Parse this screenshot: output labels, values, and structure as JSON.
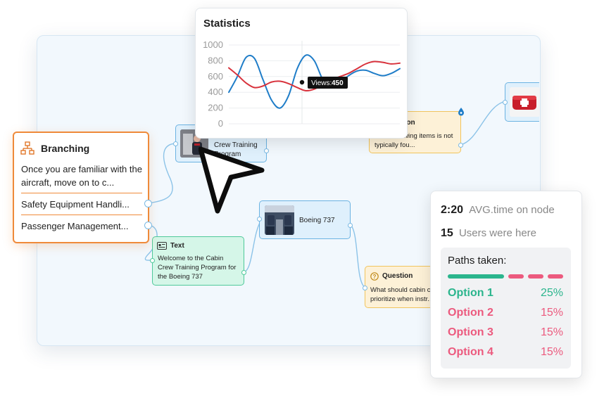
{
  "statistics": {
    "title": "Statistics",
    "y_ticks": [
      "1000",
      "800",
      "600",
      "400",
      "200",
      "0"
    ],
    "tooltip_label": "Views:",
    "tooltip_value": "450",
    "colors": {
      "blue": "#1f7dc8",
      "red": "#d8323c"
    }
  },
  "chart_data": {
    "type": "line",
    "ylim": [
      0,
      1000
    ],
    "yticks": [
      0,
      200,
      400,
      600,
      800,
      1000
    ],
    "x": [
      0,
      1,
      2,
      3,
      4,
      5,
      6,
      7,
      8,
      9,
      10,
      11,
      12,
      13,
      14,
      15,
      16,
      17,
      18,
      19,
      20
    ],
    "series": [
      {
        "color": "#1f7dc8",
        "values": [
          400,
          600,
          840,
          830,
          560,
          300,
          200,
          360,
          700,
          870,
          800,
          560,
          470,
          520,
          610,
          670,
          680,
          640,
          610,
          640,
          700
        ]
      },
      {
        "color": "#d8323c",
        "values": [
          710,
          620,
          520,
          460,
          480,
          530,
          540,
          510,
          460,
          420,
          440,
          500,
          560,
          600,
          640,
          700,
          760,
          790,
          780,
          760,
          770
        ]
      }
    ]
  },
  "branching": {
    "title": "Branching",
    "text": "Once you are familiar with the aircraft, move on to c...",
    "options": [
      "Safety Equipment Handli...",
      "Passenger Management..."
    ]
  },
  "nodes": {
    "crew_training": "Crew Training Program",
    "boeing": "Boeing 737",
    "text_title": "Text",
    "text_body": "Welcome to the Cabin Crew Training Program for the Boeing 737",
    "question_top_title": "...tion",
    "question_top_body": "...the following items is not typically fou...",
    "question_bottom_title": "Question",
    "question_bottom_body": "What should cabin c... prioritize when instr..."
  },
  "paths": {
    "avg_value": "2:20",
    "avg_label": "AVG.time on node",
    "users_value": "15",
    "users_label": "Users were here",
    "title": "Paths taken:",
    "green": "#2bb58d",
    "pink": "#ec5a7e",
    "options": [
      {
        "label": "Option 1",
        "pct": "25%"
      },
      {
        "label": "Option 2",
        "pct": "15%"
      },
      {
        "label": "Option 3",
        "pct": "15%"
      },
      {
        "label": "Option 4",
        "pct": "15%"
      }
    ]
  }
}
